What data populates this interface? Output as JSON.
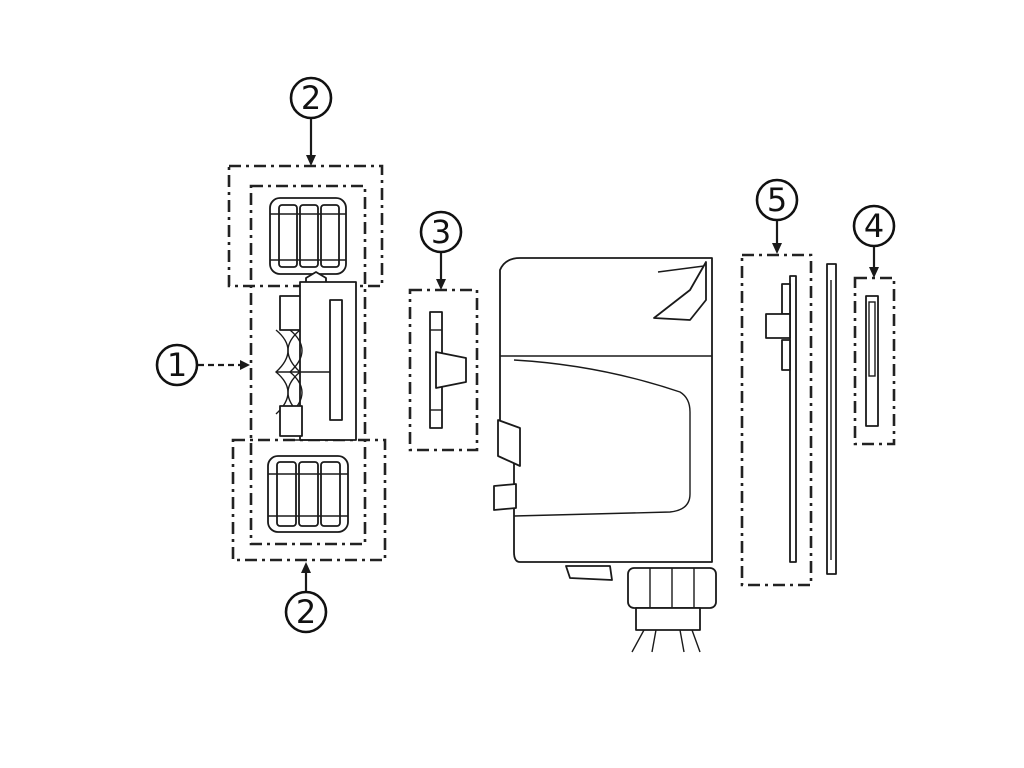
{
  "callouts": [
    {
      "id": "c1",
      "number": "1"
    },
    {
      "id": "c2-top",
      "number": "2"
    },
    {
      "id": "c2-bottom",
      "number": "2"
    },
    {
      "id": "c3",
      "number": "3"
    },
    {
      "id": "c4",
      "number": "4"
    },
    {
      "id": "c5",
      "number": "5"
    }
  ]
}
